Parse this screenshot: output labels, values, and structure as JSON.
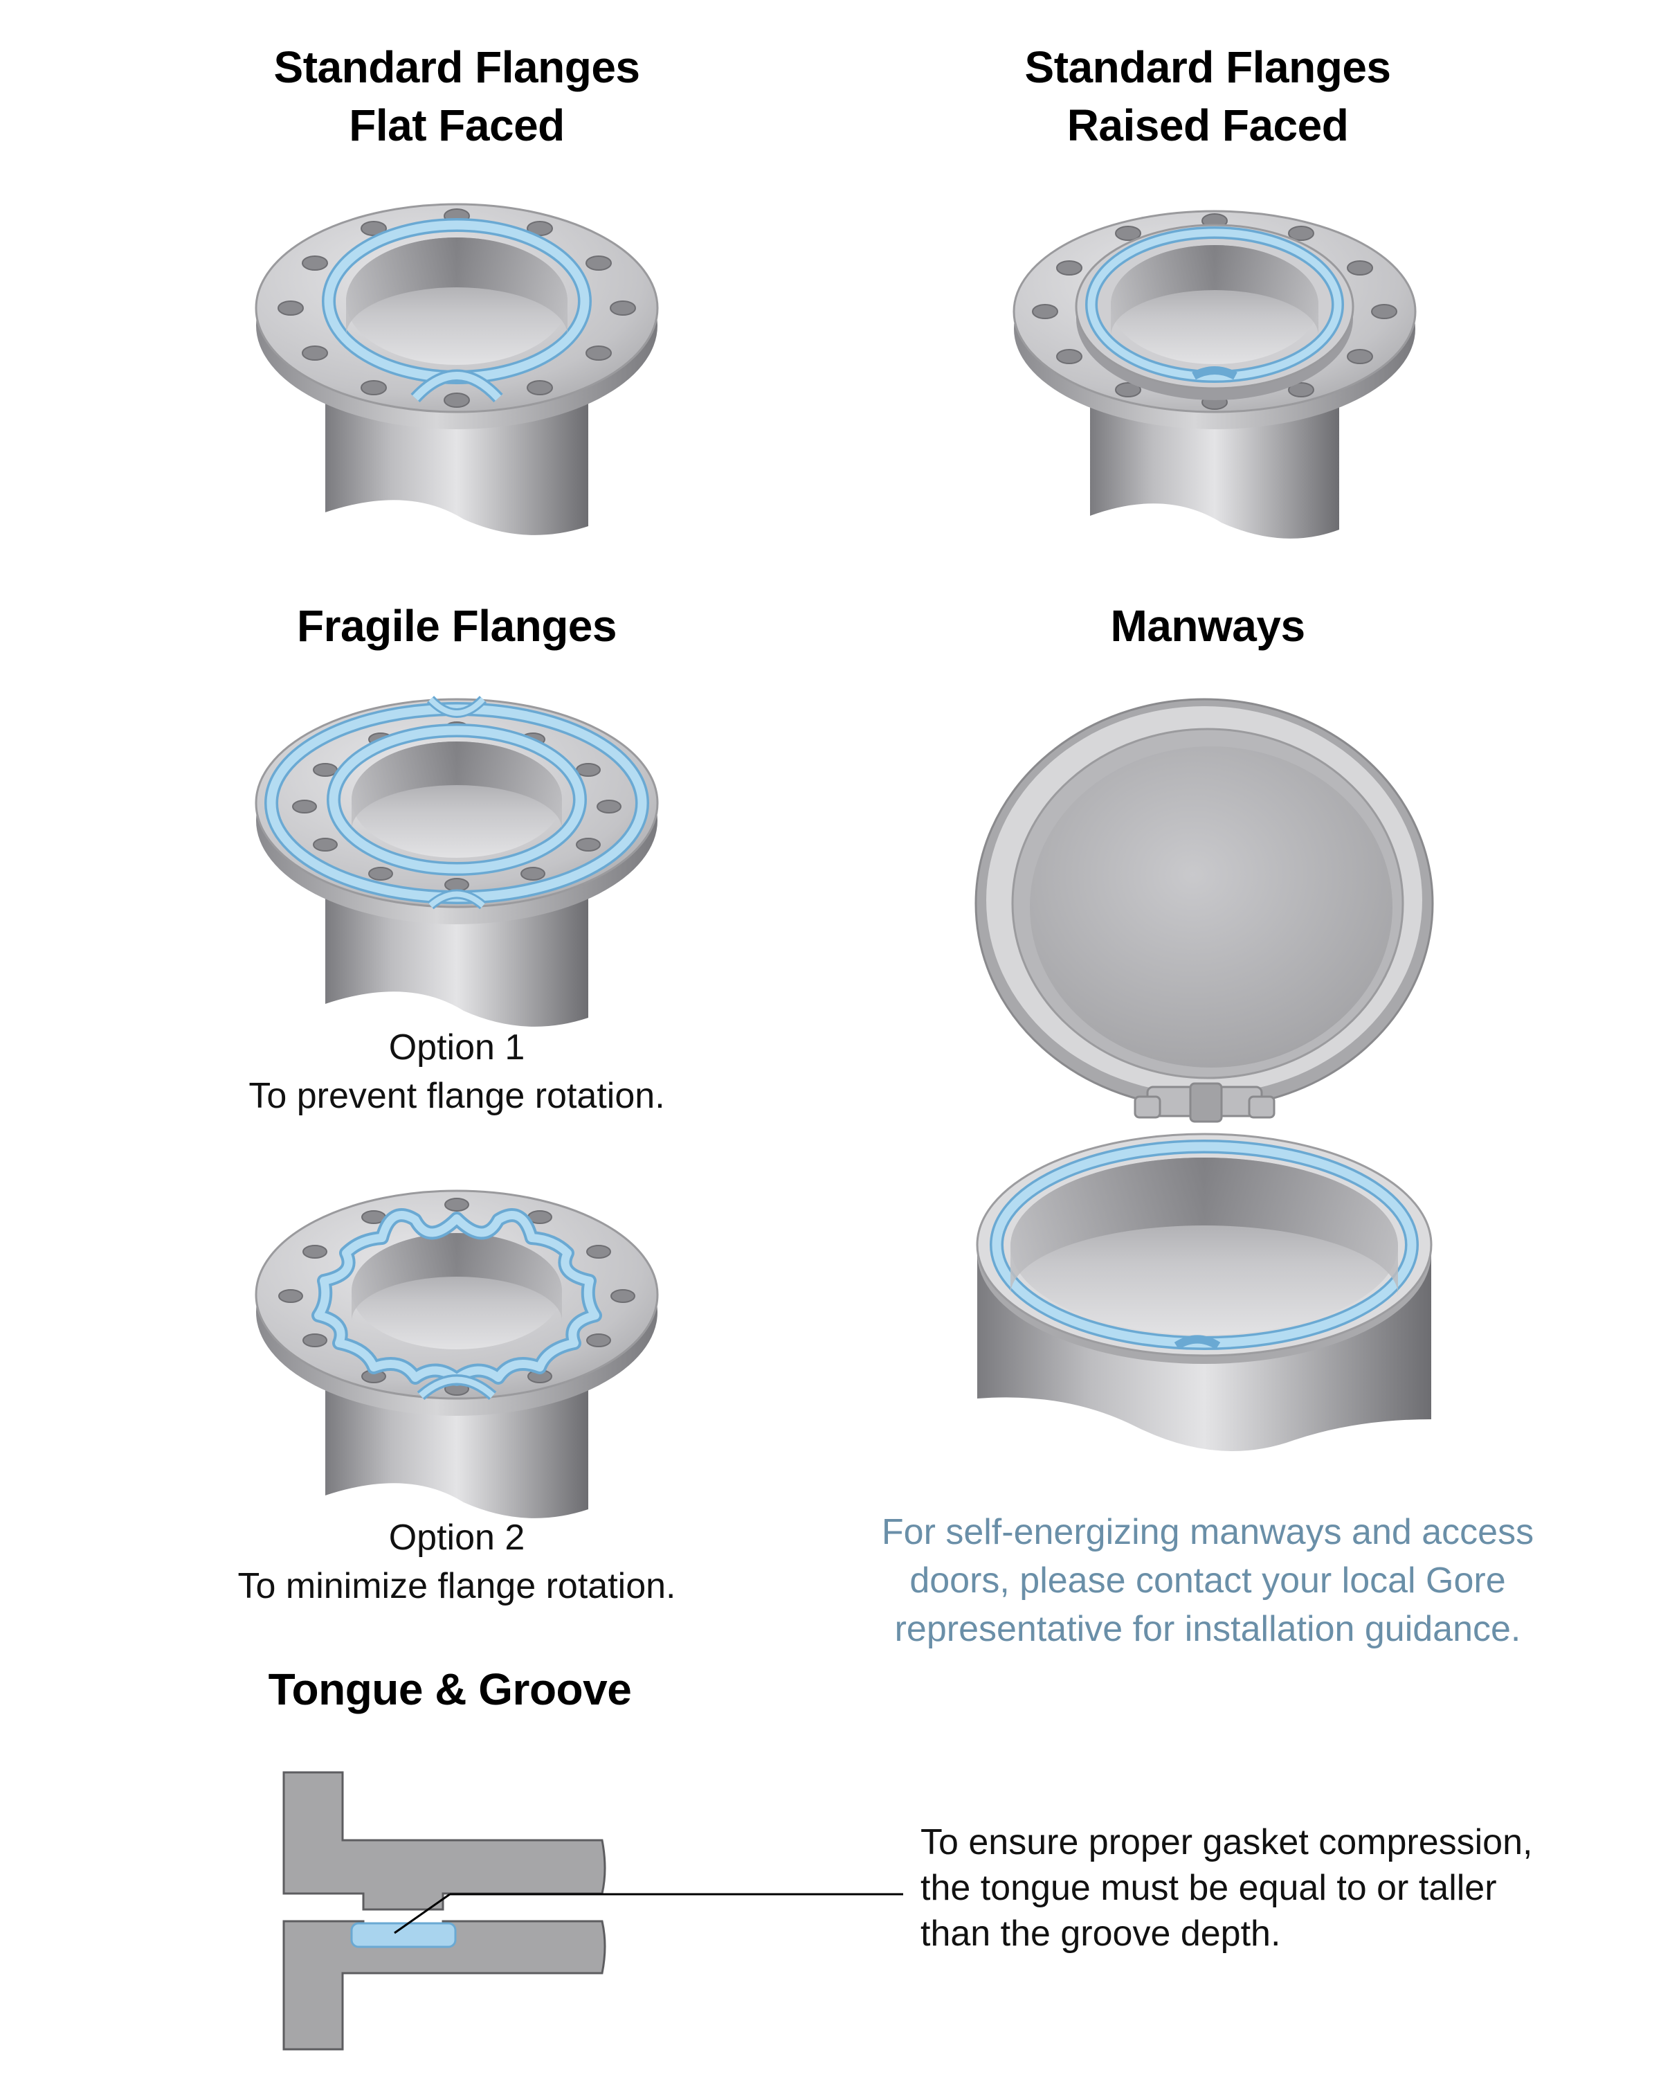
{
  "sections": {
    "flat_faced": {
      "title_line1": "Standard Flanges",
      "title_line2": "Flat Faced"
    },
    "raised_faced": {
      "title_line1": "Standard Flanges",
      "title_line2": "Raised Faced"
    },
    "fragile": {
      "title": "Fragile Flanges",
      "option1_label": "Option 1",
      "option1_text": "To prevent flange rotation.",
      "option2_label": "Option 2",
      "option2_text": "To minimize flange rotation."
    },
    "manways": {
      "title": "Manways",
      "note_line1": "For self-energizing manways and access",
      "note_line2": "doors, please contact your local Gore",
      "note_line3": "representative for installation guidance."
    },
    "tongue_groove": {
      "title": "Tongue & Groove",
      "note_line1": "To ensure proper gasket compression,",
      "note_line2": "the tongue must be equal to or taller",
      "note_line3": "than the groove depth."
    }
  },
  "colors": {
    "steel_light": "#d8d8da",
    "steel_mid": "#a7a7aa",
    "steel_dark": "#6f6f73",
    "gasket": "#a9d4ee",
    "gasket_edge": "#6aa9d3",
    "note_text": "#6a8fa8",
    "section_gray": "#a6a6a8"
  }
}
